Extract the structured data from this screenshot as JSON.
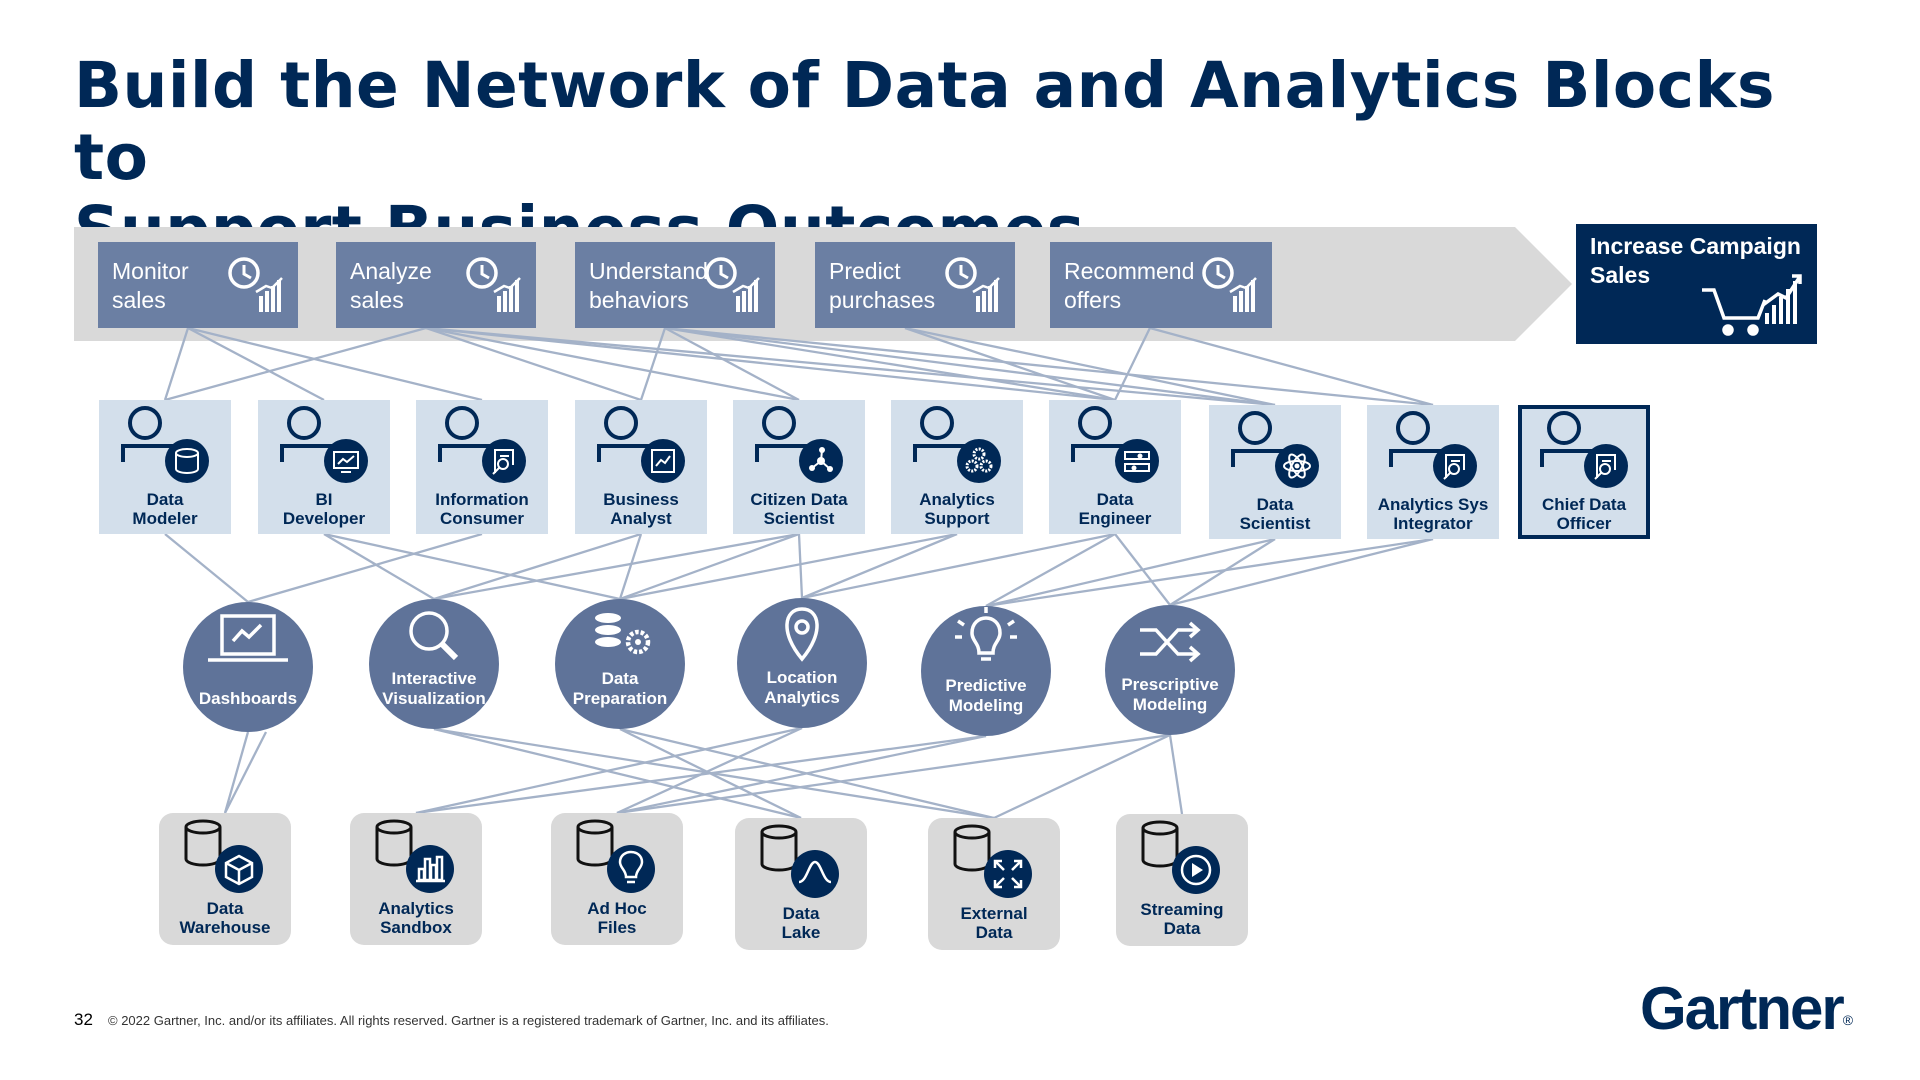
{
  "title": {
    "line1": "Build the Network of Data and Analytics Blocks to",
    "line2": "Support Business Outcomes"
  },
  "outcomes": [
    {
      "l1": "Monitor",
      "l2": "sales",
      "icon": "clock-chart-icon"
    },
    {
      "l1": "Analyze",
      "l2": "sales",
      "icon": "clock-chart-icon"
    },
    {
      "l1": "Understand",
      "l2": "behaviors",
      "icon": "clock-chart-icon"
    },
    {
      "l1": "Predict",
      "l2": "purchases",
      "icon": "clock-chart-icon"
    },
    {
      "l1": "Recommend",
      "l2": "offers",
      "icon": "clock-chart-icon"
    }
  ],
  "goal": {
    "l1": "Increase Campaign",
    "l2": "Sales",
    "icon": "shopping-cart-chart-icon"
  },
  "roles": [
    {
      "l1": "Data",
      "l2": "Modeler",
      "icon": "database-icon"
    },
    {
      "l1": "BI",
      "l2": "Developer",
      "icon": "monitor-chart-icon"
    },
    {
      "l1": "Information",
      "l2": "Consumer",
      "icon": "document-search-icon"
    },
    {
      "l1": "Business",
      "l2": "Analyst",
      "icon": "trend-chart-icon"
    },
    {
      "l1": "Citizen Data",
      "l2": "Scientist",
      "icon": "network-nodes-icon"
    },
    {
      "l1": "Analytics",
      "l2": "Support",
      "icon": "gears-icon"
    },
    {
      "l1": "Data",
      "l2": "Engineer",
      "icon": "pipeline-icon"
    },
    {
      "l1": "Data",
      "l2": "Scientist",
      "icon": "atom-icon"
    },
    {
      "l1": "Analytics Sys",
      "l2": "Integrator",
      "icon": "document-search-icon"
    },
    {
      "l1": "Chief Data",
      "l2": "Officer",
      "icon": "document-search-icon"
    }
  ],
  "capabilities": [
    {
      "l1": "Dashboards",
      "l2": "",
      "icon": "laptop-chart-icon"
    },
    {
      "l1": "Interactive",
      "l2": "Visualization",
      "icon": "magnifier-icon"
    },
    {
      "l1": "Data",
      "l2": "Preparation",
      "icon": "database-gear-icon"
    },
    {
      "l1": "Location",
      "l2": "Analytics",
      "icon": "location-pin-icon"
    },
    {
      "l1": "Predictive",
      "l2": "Modeling",
      "icon": "lightbulb-icon"
    },
    {
      "l1": "Prescriptive",
      "l2": "Modeling",
      "icon": "shuffle-icon"
    }
  ],
  "sources": [
    {
      "l1": "Data",
      "l2": "Warehouse",
      "icon": "box-icon"
    },
    {
      "l1": "Analytics",
      "l2": "Sandbox",
      "icon": "bar-chart-icon"
    },
    {
      "l1": "Ad Hoc",
      "l2": "Files",
      "icon": "lightbulb-icon"
    },
    {
      "l1": "Data",
      "l2": "Lake",
      "icon": "wave-icon"
    },
    {
      "l1": "External",
      "l2": "Data",
      "icon": "expand-arrows-icon"
    },
    {
      "l1": "Streaming",
      "l2": "Data",
      "icon": "play-icon"
    }
  ],
  "links": {
    "outcome_role": [
      [
        0,
        0
      ],
      [
        0,
        1
      ],
      [
        0,
        2
      ],
      [
        1,
        0
      ],
      [
        1,
        3
      ],
      [
        1,
        4
      ],
      [
        1,
        6
      ],
      [
        1,
        7
      ],
      [
        2,
        3
      ],
      [
        2,
        4
      ],
      [
        2,
        6
      ],
      [
        2,
        7
      ],
      [
        2,
        8
      ],
      [
        3,
        6
      ],
      [
        3,
        7
      ],
      [
        4,
        6
      ],
      [
        4,
        8
      ]
    ],
    "role_cap": [
      [
        0,
        0
      ],
      [
        1,
        1
      ],
      [
        1,
        2
      ],
      [
        2,
        0
      ],
      [
        3,
        1
      ],
      [
        3,
        2
      ],
      [
        4,
        1
      ],
      [
        4,
        2
      ],
      [
        4,
        3
      ],
      [
        5,
        2
      ],
      [
        5,
        3
      ],
      [
        6,
        3
      ],
      [
        6,
        4
      ],
      [
        6,
        5
      ],
      [
        7,
        4
      ],
      [
        7,
        5
      ],
      [
        8,
        4
      ],
      [
        8,
        5
      ]
    ],
    "cap_src": [
      [
        0,
        0
      ],
      [
        0,
        0
      ],
      [
        1,
        3
      ],
      [
        1,
        4
      ],
      [
        2,
        3
      ],
      [
        2,
        4
      ],
      [
        3,
        1
      ],
      [
        3,
        2
      ],
      [
        4,
        1
      ],
      [
        4,
        2
      ],
      [
        5,
        2
      ],
      [
        5,
        4
      ],
      [
        5,
        5
      ]
    ]
  },
  "colors": {
    "navy": "#002856",
    "outcome_box": "#6b7fa3",
    "arrow_band": "#d9d9d9",
    "role_box": "#d3dfeb",
    "capability_circle": "#5f7399",
    "source_box": "#d9d9d9",
    "line": "#a4b2c8"
  },
  "footer": {
    "page": "32",
    "copyright": "© 2022 Gartner, Inc. and/or its affiliates. All rights reserved. Gartner is a registered trademark of Gartner, Inc. and its affiliates.",
    "logo": "Gartner",
    "logo_mark": "®"
  }
}
